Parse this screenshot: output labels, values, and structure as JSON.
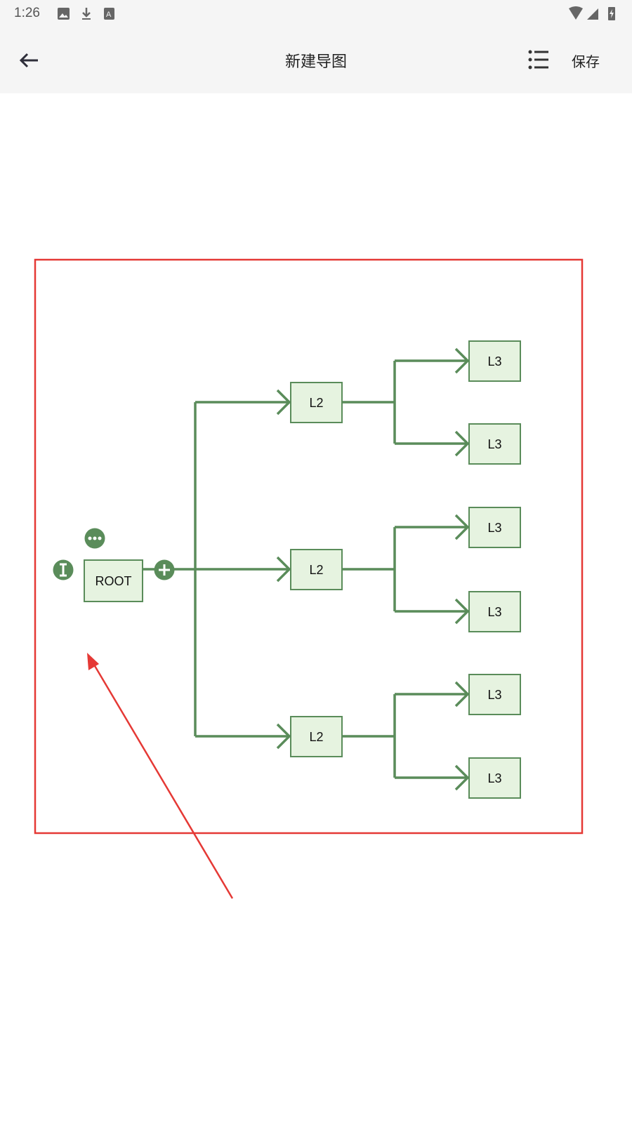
{
  "status_bar": {
    "time": "1:26",
    "icons": [
      "image-icon",
      "download-icon",
      "font-icon",
      "wifi-icon",
      "signal-icon",
      "battery-charging-icon"
    ]
  },
  "app_bar": {
    "title": "新建导图",
    "save_label": "保存",
    "icons": [
      "back-arrow-icon",
      "list-icon"
    ]
  },
  "mindmap": {
    "root": "ROOT",
    "level2": [
      "L2",
      "L2",
      "L2"
    ],
    "level3": [
      "L3",
      "L3",
      "L3",
      "L3",
      "L3",
      "L3"
    ],
    "node_actions": [
      "more-icon",
      "text-cursor-icon",
      "add-icon"
    ]
  },
  "colors": {
    "node_fill": "#e6f3e0",
    "edge": "#5a8c5a",
    "annotation": "#e53935"
  }
}
